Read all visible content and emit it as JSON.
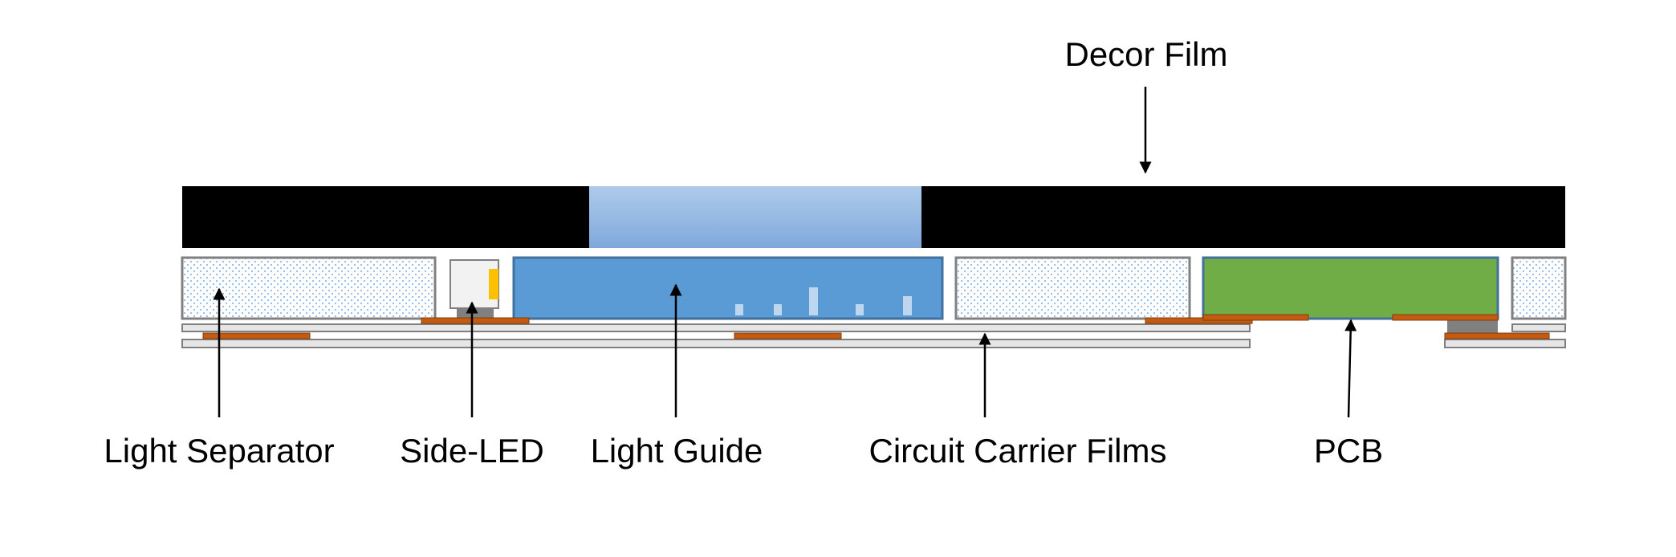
{
  "labels": {
    "decor_film": "Decor Film",
    "light_separator": "Light Separator",
    "side_led": "Side-LED",
    "light_guide": "Light Guide",
    "circuit_carrier_films": "Circuit Carrier Films",
    "pcb": "PCB"
  },
  "colors": {
    "decor_film": "#000000",
    "decor_window_top": "#a9c8ea",
    "decor_window_bottom": "#7ea8dc",
    "light_guide_fill": "#5b9bd5",
    "light_guide_stroke": "#41719c",
    "pcb_fill": "#70ad47",
    "pcb_stroke": "#41719c",
    "separator_fill": "#ffffff",
    "separator_dots": "#8eb4e3",
    "film_fill": "#e6e6e6",
    "film_stroke": "#7f7f7f",
    "conductor": "#c55a11",
    "led_chip": "#ffc000",
    "led_base": "#808080"
  }
}
